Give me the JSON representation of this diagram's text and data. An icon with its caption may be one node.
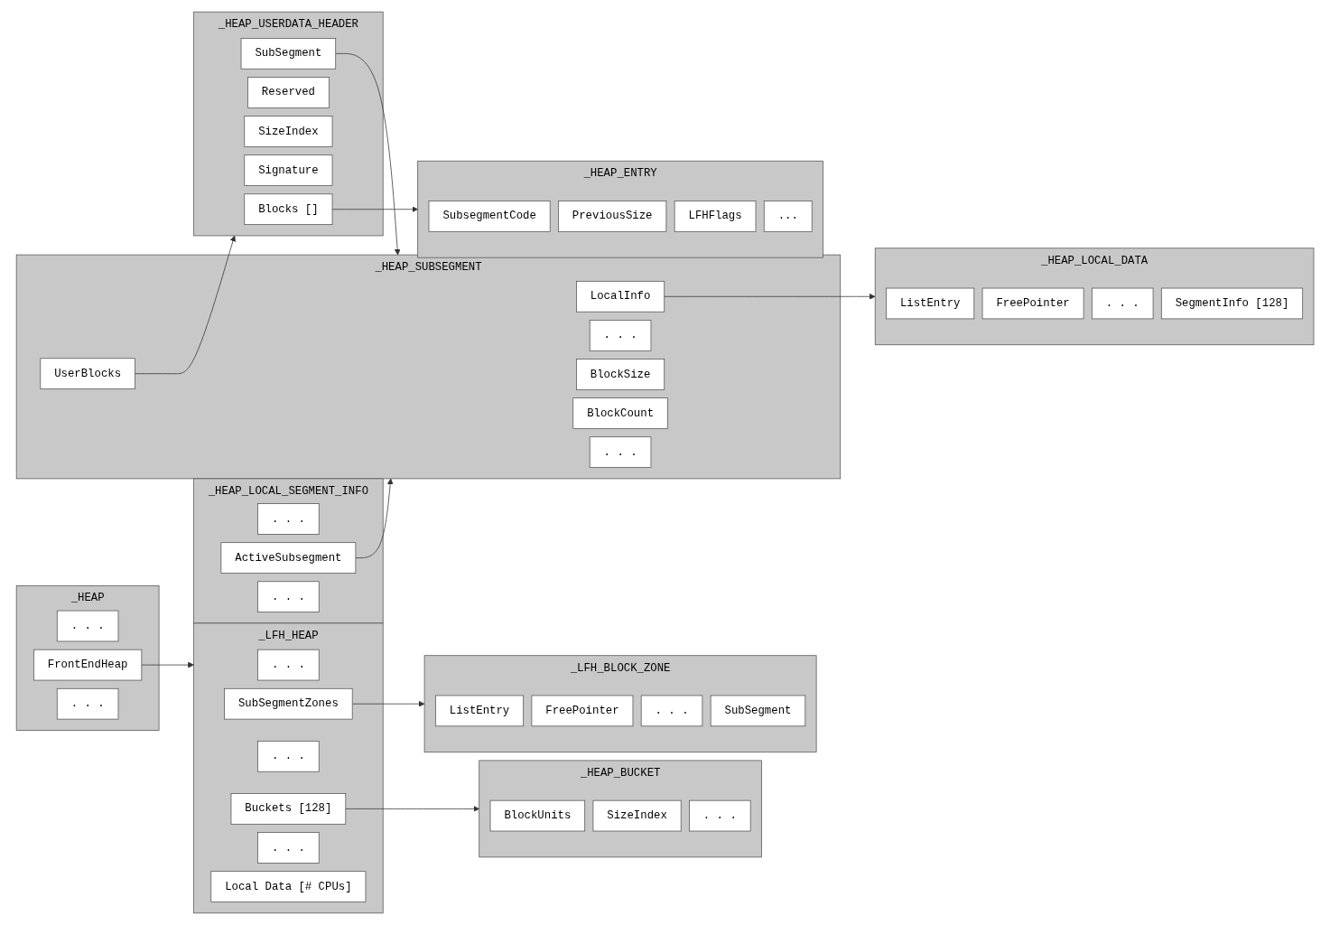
{
  "diagram": {
    "nodes": [
      {
        "text": [
          "_HEAP"
        ]
      },
      {
        "text": [
          ". . ."
        ],
        "in": 0
      },
      {
        "text": [
          "FrontEndHeap"
        ],
        "in": 0
      },
      {
        "text": [
          ". . ."
        ],
        "in": 0
      },
      {
        "text": [
          "_LFH_HEAP"
        ]
      },
      {
        "text": [
          ". . ."
        ],
        "in": 4
      },
      {
        "text": [
          "SubSegmentZones"
        ],
        "in": 4
      },
      {
        "text": [
          ". . ."
        ],
        "in": 4
      },
      {
        "text": [
          "Buckets [128]"
        ],
        "in": 4
      },
      {
        "text": [
          ". . ."
        ],
        "in": 4
      },
      {
        "text": [
          "Local Data [# CPUs]"
        ],
        "in": 4
      },
      {
        "text": [
          "_HEAP_LOCAL_DATA"
        ]
      },
      {
        "text": [
          "ListEntry"
        ],
        "in": 11
      },
      {
        "text": [
          "FreePointer"
        ],
        "in": 11
      },
      {
        "text": [
          ". . ."
        ],
        "in": 11
      },
      {
        "text": [
          "SegmentInfo [128]"
        ],
        "in": 11
      },
      {
        "text": [
          "_HEAP_LOCAL_SEGMENT_INFO"
        ]
      },
      {
        "text": [
          ". . ."
        ],
        "in": 16
      },
      {
        "text": [
          "ActiveSubsegment"
        ],
        "in": 16
      },
      {
        "text": [
          ". . ."
        ],
        "in": 16
      },
      {
        "text": [
          "_HEAP_BUCKET"
        ]
      },
      {
        "text": [
          "BlockUnits"
        ],
        "in": 20
      },
      {
        "text": [
          "SizeIndex"
        ],
        "in": 20
      },
      {
        "text": [
          ". . ."
        ],
        "in": 20
      },
      {
        "text": [
          "_HEAP_ENTRY"
        ]
      },
      {
        "text": [
          "SubsegmentCode"
        ],
        "in": 24
      },
      {
        "text": [
          "PreviousSize"
        ],
        "in": 24
      },
      {
        "text": [
          "LFHFlags"
        ],
        "in": 24
      },
      {
        "text": [
          "..."
        ],
        "in": 24
      },
      {
        "text": [
          "_LFH_BLOCK_ZONE"
        ]
      },
      {
        "text": [
          "ListEntry"
        ],
        "in": 29
      },
      {
        "text": [
          "FreePointer"
        ],
        "in": 29
      },
      {
        "text": [
          ". . ."
        ],
        "in": 29
      },
      {
        "text": [
          "SubSegment"
        ],
        "in": 29
      },
      {
        "text": [
          "_HEAP_SUBSEGMENT"
        ]
      },
      {
        "text": [
          "LocalInfo"
        ],
        "in": 34
      },
      {
        "text": [
          "UserBlocks"
        ],
        "in": 34
      },
      {
        "text": [
          ". . ."
        ],
        "in": 34
      },
      {
        "text": [
          "BlockSize"
        ],
        "in": 34
      },
      {
        "text": [
          "BlockCount"
        ],
        "in": 34
      },
      {
        "text": [
          ". . ."
        ],
        "in": 34
      },
      {
        "text": [
          "_HEAP_USERDATA_HEADER"
        ]
      },
      {
        "text": [
          "SubSegment"
        ],
        "in": 41
      },
      {
        "text": [
          "Reserved"
        ],
        "in": 41
      },
      {
        "text": [
          "SizeIndex"
        ],
        "in": 41
      },
      {
        "text": [
          "Signature"
        ],
        "in": 41
      },
      {
        "text": [
          "Blocks []"
        ],
        "in": 41
      }
    ],
    "edges": [
      {
        "from": 2,
        "to": 4,
        "arrow": "to"
      },
      {
        "from": 6,
        "to": 29,
        "arrow": "to"
      },
      {
        "from": 8,
        "to": 20,
        "arrow": "to"
      },
      {
        "from": 35,
        "to": 11,
        "arrow": "to"
      },
      {
        "from": 42,
        "to": 34,
        "arrow": "to"
      },
      {
        "from": 36,
        "to": 41,
        "arrow": "to"
      },
      {
        "from": 18,
        "to": 34,
        "arrow": "to"
      },
      {
        "from": 46,
        "to": 24,
        "arrow": "to"
      }
    ]
  }
}
